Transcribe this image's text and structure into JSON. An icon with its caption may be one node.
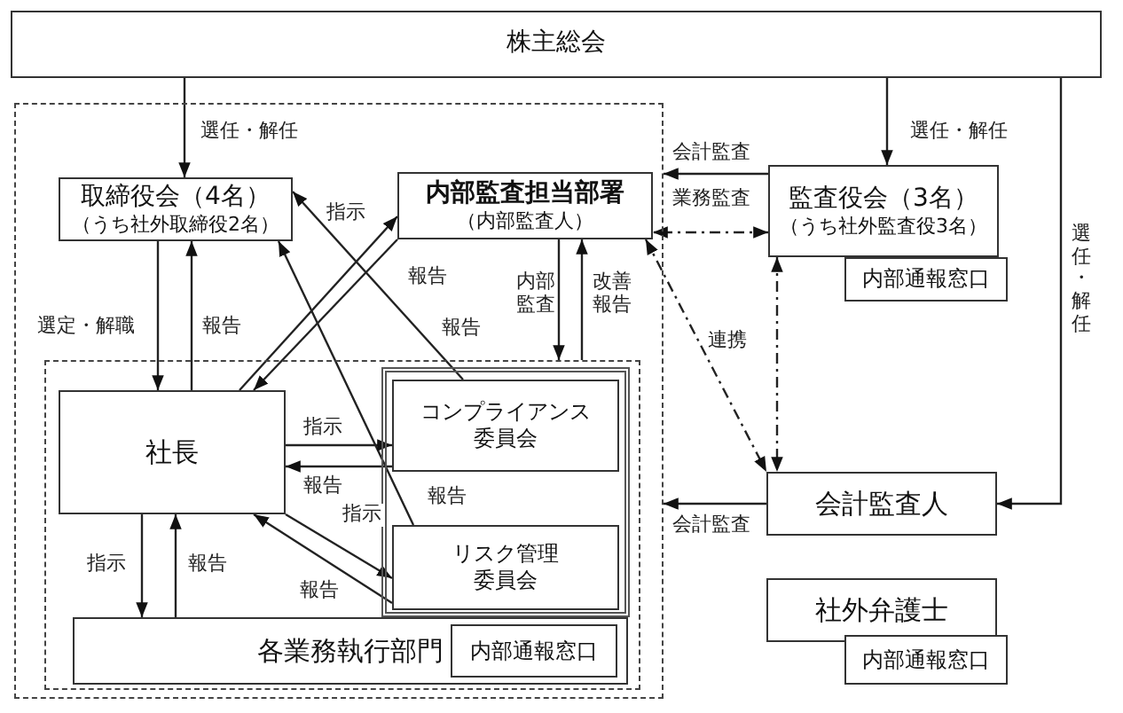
{
  "diagram": {
    "nodes": [
      {
        "text": [
          "株主総会"
        ]
      },
      {
        "text": [],
        "shape": "box"
      },
      {
        "text": [
          "取締役会（4名）",
          "（うち社外取締役2名）"
        ],
        "in": 1
      },
      {
        "text": [
          "内部監査担当部署",
          "（内部監査人）"
        ],
        "in": 1
      },
      {
        "text": [],
        "shape": "box",
        "in": 1
      },
      {
        "text": [
          "社長"
        ],
        "in": 4
      },
      {
        "text": [],
        "shape": "box",
        "in": 4
      },
      {
        "text": [
          "コンプライアンス委員会"
        ],
        "in": 6
      },
      {
        "text": [
          "リスク管理委員会"
        ],
        "in": 6
      },
      {
        "text": [
          "各業務執行部門"
        ],
        "in": 4
      },
      {
        "text": [
          "内部通報窓口"
        ],
        "in": 9
      },
      {
        "text": [
          "監査役会（3名）",
          "（うち社外監査役3名）"
        ]
      },
      {
        "text": [
          "内部通報窓口"
        ]
      },
      {
        "text": [
          "会計監査人"
        ]
      },
      {
        "text": [
          "社外弁護士"
        ]
      },
      {
        "text": [
          "内部通報窓口"
        ]
      }
    ],
    "edges": [
      {
        "from": 0,
        "to": 2,
        "arrow": "to",
        "label": "選任・解任"
      },
      {
        "from": 0,
        "to": 11,
        "arrow": "to",
        "label": "選任・解任"
      },
      {
        "from": 0,
        "to": 13,
        "arrow": "to",
        "label": "選任・解任"
      },
      {
        "from": 11,
        "to": 1,
        "arrow": "to",
        "label": "会計監査"
      },
      {
        "from": 11,
        "to": 3,
        "arrow": "both",
        "label": "業務監査",
        "style": "dashed"
      },
      {
        "from": 3,
        "to": 13,
        "arrow": "both",
        "label": "連携",
        "style": "dashed"
      },
      {
        "from": 11,
        "to": 13,
        "arrow": "both",
        "style": "dashed"
      },
      {
        "from": 13,
        "to": 1,
        "arrow": "to",
        "label": "会計監査"
      },
      {
        "from": 2,
        "to": 5,
        "arrow": "to",
        "label": "選定・解職"
      },
      {
        "from": 5,
        "to": 2,
        "arrow": "to",
        "label": "報告"
      },
      {
        "from": 3,
        "to": 4,
        "arrow": "to",
        "label": "内部監査"
      },
      {
        "from": 4,
        "to": 3,
        "arrow": "to",
        "label": "改善報告"
      },
      {
        "from": 5,
        "to": 3,
        "arrow": "to",
        "label": "指示"
      },
      {
        "from": 3,
        "to": 5,
        "arrow": "to",
        "label": "報告"
      },
      {
        "from": 8,
        "to": 2,
        "arrow": "to",
        "label": "報告"
      },
      {
        "from": 7,
        "to": 2,
        "arrow": "to",
        "label": "報告"
      },
      {
        "from": 5,
        "to": 7,
        "arrow": "to",
        "label": "指示"
      },
      {
        "from": 7,
        "to": 5,
        "arrow": "to",
        "label": "報告"
      },
      {
        "from": 5,
        "to": 8,
        "arrow": "to",
        "label": "指示"
      },
      {
        "from": 8,
        "to": 5,
        "arrow": "to",
        "label": "報告"
      },
      {
        "from": 5,
        "to": 9,
        "arrow": "to",
        "label": "指示"
      },
      {
        "from": 9,
        "to": 5,
        "arrow": "to",
        "label": "報告"
      }
    ]
  }
}
